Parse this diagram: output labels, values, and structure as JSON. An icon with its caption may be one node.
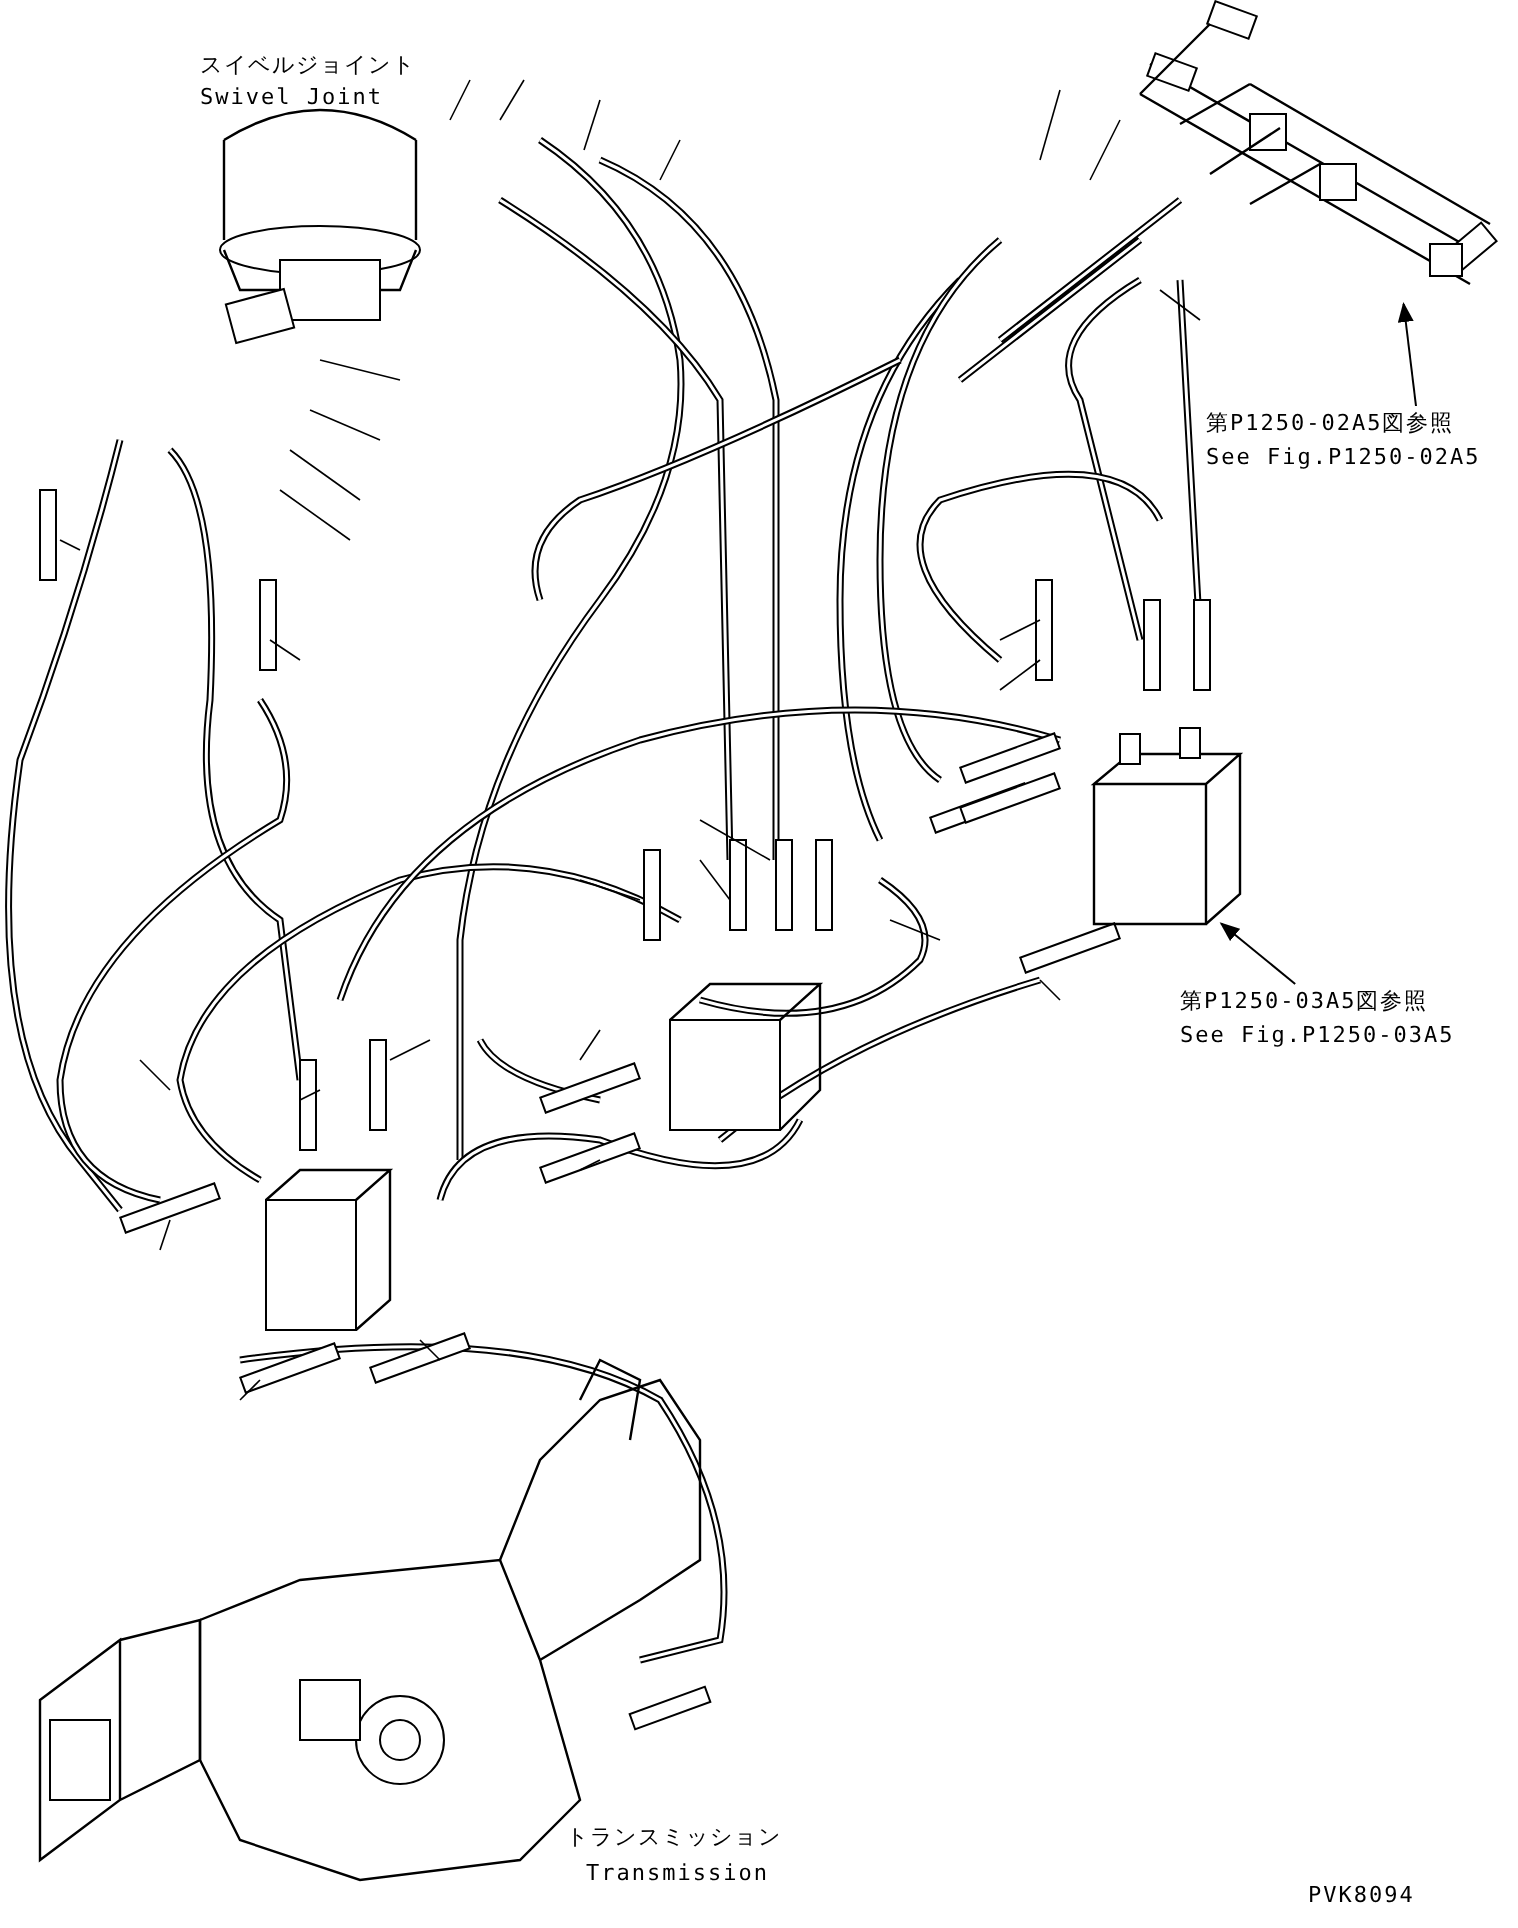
{
  "diagram": {
    "nodes": [
      {
        "text": [
          "第P1250-02A5図参照",
          "See Fig.P1250-02A5"
        ]
      },
      {
        "text": [],
        "shape": "picture"
      },
      {
        "text": [
          "第P1250-03A5図参照",
          "See Fig.P1250-03A5"
        ]
      },
      {
        "text": [],
        "shape": "box"
      }
    ],
    "edges": [
      {
        "from": 0,
        "to": 1,
        "arrow": "to"
      },
      {
        "from": 2,
        "to": 3,
        "arrow": "to"
      }
    ],
    "labels": [
      "スイベルジョイント",
      "Swivel Joint",
      "トランスミッション",
      "Transmission",
      "PVK8094"
    ]
  }
}
